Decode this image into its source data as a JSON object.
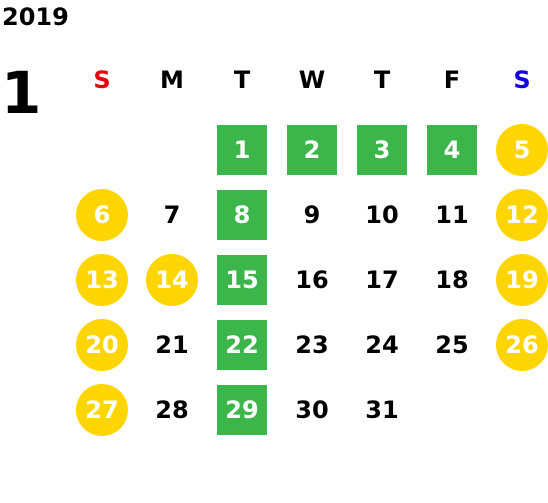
{
  "year": "2019",
  "month": "1",
  "colors": {
    "sunday": "#e8000b",
    "saturday": "#1000e0",
    "weekday": "#000000",
    "green_day": "#3cb64a",
    "yellow_day": "#ffd500"
  },
  "weekdays": [
    "S",
    "M",
    "T",
    "W",
    "T",
    "F",
    "S"
  ],
  "days": [
    {
      "label": "1",
      "style": "green"
    },
    {
      "label": "2",
      "style": "green"
    },
    {
      "label": "3",
      "style": "green"
    },
    {
      "label": "4",
      "style": "green"
    },
    {
      "label": "5",
      "style": "yellow"
    },
    {
      "label": "6",
      "style": "yellow"
    },
    {
      "label": "7",
      "style": "plain"
    },
    {
      "label": "8",
      "style": "green"
    },
    {
      "label": "9",
      "style": "plain"
    },
    {
      "label": "10",
      "style": "plain"
    },
    {
      "label": "11",
      "style": "plain"
    },
    {
      "label": "12",
      "style": "yellow"
    },
    {
      "label": "13",
      "style": "yellow"
    },
    {
      "label": "14",
      "style": "yellow"
    },
    {
      "label": "15",
      "style": "green"
    },
    {
      "label": "16",
      "style": "plain"
    },
    {
      "label": "17",
      "style": "plain"
    },
    {
      "label": "18",
      "style": "plain"
    },
    {
      "label": "19",
      "style": "yellow"
    },
    {
      "label": "20",
      "style": "yellow"
    },
    {
      "label": "21",
      "style": "plain"
    },
    {
      "label": "22",
      "style": "green"
    },
    {
      "label": "23",
      "style": "plain"
    },
    {
      "label": "24",
      "style": "plain"
    },
    {
      "label": "25",
      "style": "plain"
    },
    {
      "label": "26",
      "style": "yellow"
    },
    {
      "label": "27",
      "style": "yellow"
    },
    {
      "label": "28",
      "style": "plain"
    },
    {
      "label": "29",
      "style": "green"
    },
    {
      "label": "30",
      "style": "plain"
    },
    {
      "label": "31",
      "style": "plain"
    }
  ]
}
